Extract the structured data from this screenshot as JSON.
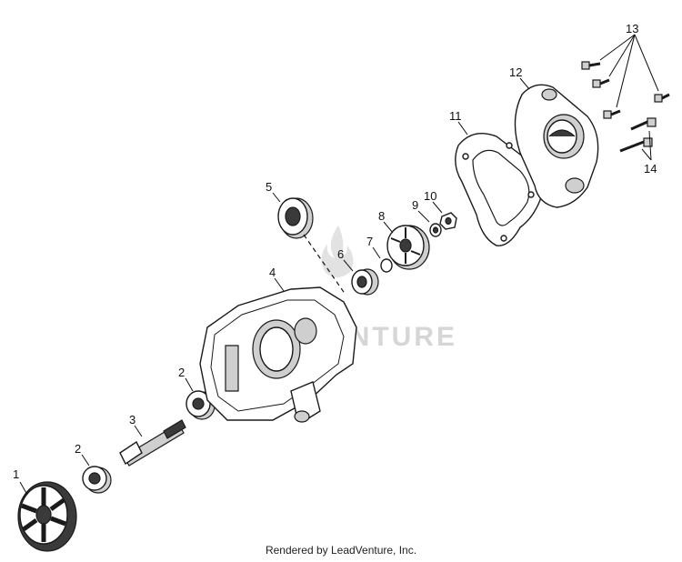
{
  "watermark_text": "LEADVENTURE",
  "credit": "Rendered by LeadVenture, Inc.",
  "callouts": {
    "c1": "1",
    "c2a": "2",
    "c2b": "2",
    "c3": "3",
    "c4": "4",
    "c5": "5",
    "c6": "6",
    "c7": "7",
    "c8": "8",
    "c9": "9",
    "c10": "10",
    "c11": "11",
    "c12": "12",
    "c13": "13",
    "c14": "14"
  }
}
